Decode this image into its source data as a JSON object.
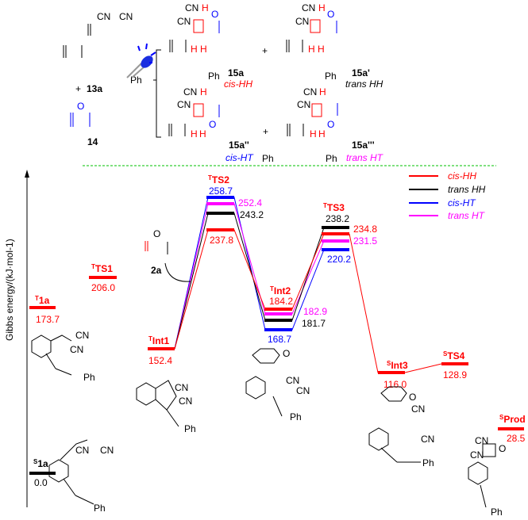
{
  "scheme": {
    "reactant_cn1": "CN",
    "reactant_cn2": "CN",
    "reactant_ph": "Ph",
    "plus": "+",
    "reactant_label": "13a",
    "alkene_o": "O",
    "alkene_label": "14",
    "products": [
      {
        "id": "15a",
        "desc": "cis-HH",
        "color": "#ff0000"
      },
      {
        "id": "15a'",
        "desc": "trans HH",
        "color": "#000000"
      },
      {
        "id": "15a''",
        "desc": "cis-HT",
        "color": "#0000ff"
      },
      {
        "id": "15a'''",
        "desc": "trans HT",
        "color": "#ff00ff"
      }
    ],
    "cn": "CN",
    "h": "H",
    "o": "O",
    "ph": "Ph"
  },
  "axis": {
    "ylabel": "Gibbs energy/(kJ·mol-1)"
  },
  "legend": [
    {
      "label": "cis-HH",
      "color": "#ff0000"
    },
    {
      "label": "trans HH",
      "color": "#000000"
    },
    {
      "label": "cis-HT",
      "color": "#0000ff"
    },
    {
      "label": "trans HT",
      "color": "#ff00ff"
    }
  ],
  "reagent": {
    "label": "2a",
    "o": "O"
  },
  "states": {
    "S1a": {
      "sup": "S",
      "name": "1a",
      "energy": "0.0"
    },
    "T1a": {
      "sup": "T",
      "name": "1a",
      "energy": "173.7"
    },
    "TTS1": {
      "sup": "T",
      "name": "TS1",
      "energy": "206.0"
    },
    "TInt1": {
      "sup": "T",
      "name": "Int1",
      "energy": "152.4"
    },
    "TTS2": {
      "sup": "T",
      "name": "TS2",
      "energies": [
        "258.7",
        "252.4",
        "243.2",
        "237.8"
      ]
    },
    "TInt2": {
      "sup": "T",
      "name": "Int2",
      "energies": [
        "184.2",
        "182.9",
        "181.7",
        "168.7"
      ]
    },
    "TTS3": {
      "sup": "T",
      "name": "TS3",
      "energies": [
        "238.2",
        "234.8",
        "231.5",
        "220.2"
      ]
    },
    "SInt3": {
      "sup": "S",
      "name": "Int3",
      "energy": "116.0"
    },
    "STS4": {
      "sup": "S",
      "name": "TS4",
      "energy": "128.9"
    },
    "SProd": {
      "sup": "S",
      "name": "Prod",
      "energy": "28.5"
    }
  }
}
